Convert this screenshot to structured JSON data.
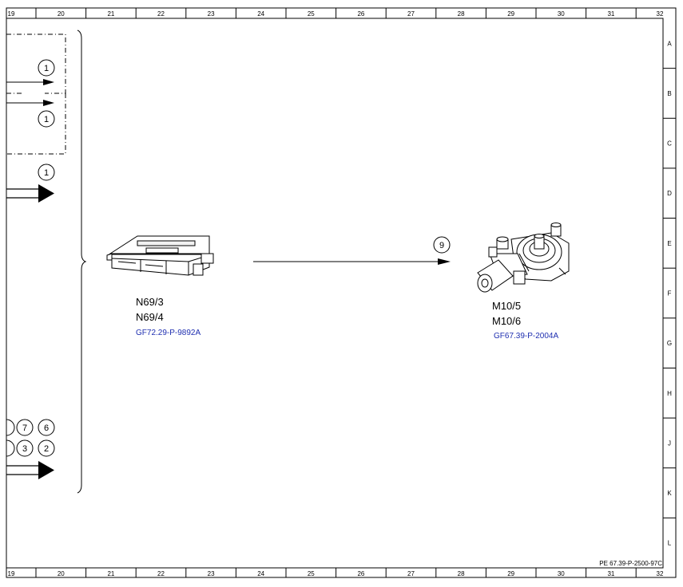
{
  "frame": {
    "columns": [
      "19",
      "20",
      "21",
      "22",
      "23",
      "24",
      "25",
      "26",
      "27",
      "28",
      "29",
      "30",
      "31",
      "32"
    ],
    "rows": [
      "A",
      "B",
      "C",
      "D",
      "E",
      "F",
      "G",
      "H",
      "J",
      "K",
      "L"
    ]
  },
  "callouts": {
    "left_top_1": "1",
    "left_mid_1": "1",
    "left_low_1": "1",
    "left_bottom_7": "7",
    "left_bottom_6": "6",
    "left_bottom_3": "3",
    "left_bottom_2": "2",
    "center_9": "9"
  },
  "components": {
    "control_unit": {
      "label1": "N69/3",
      "label2": "N69/4",
      "ref": "GF72.29-P-9892A"
    },
    "window_motor": {
      "label1": "M10/5",
      "label2": "M10/6",
      "ref": "GF67.39-P-2004A"
    }
  },
  "doc_id": "PE 67.39-P-2500-97C",
  "colors": {
    "link": "#1f2fb0",
    "line": "#000000"
  }
}
